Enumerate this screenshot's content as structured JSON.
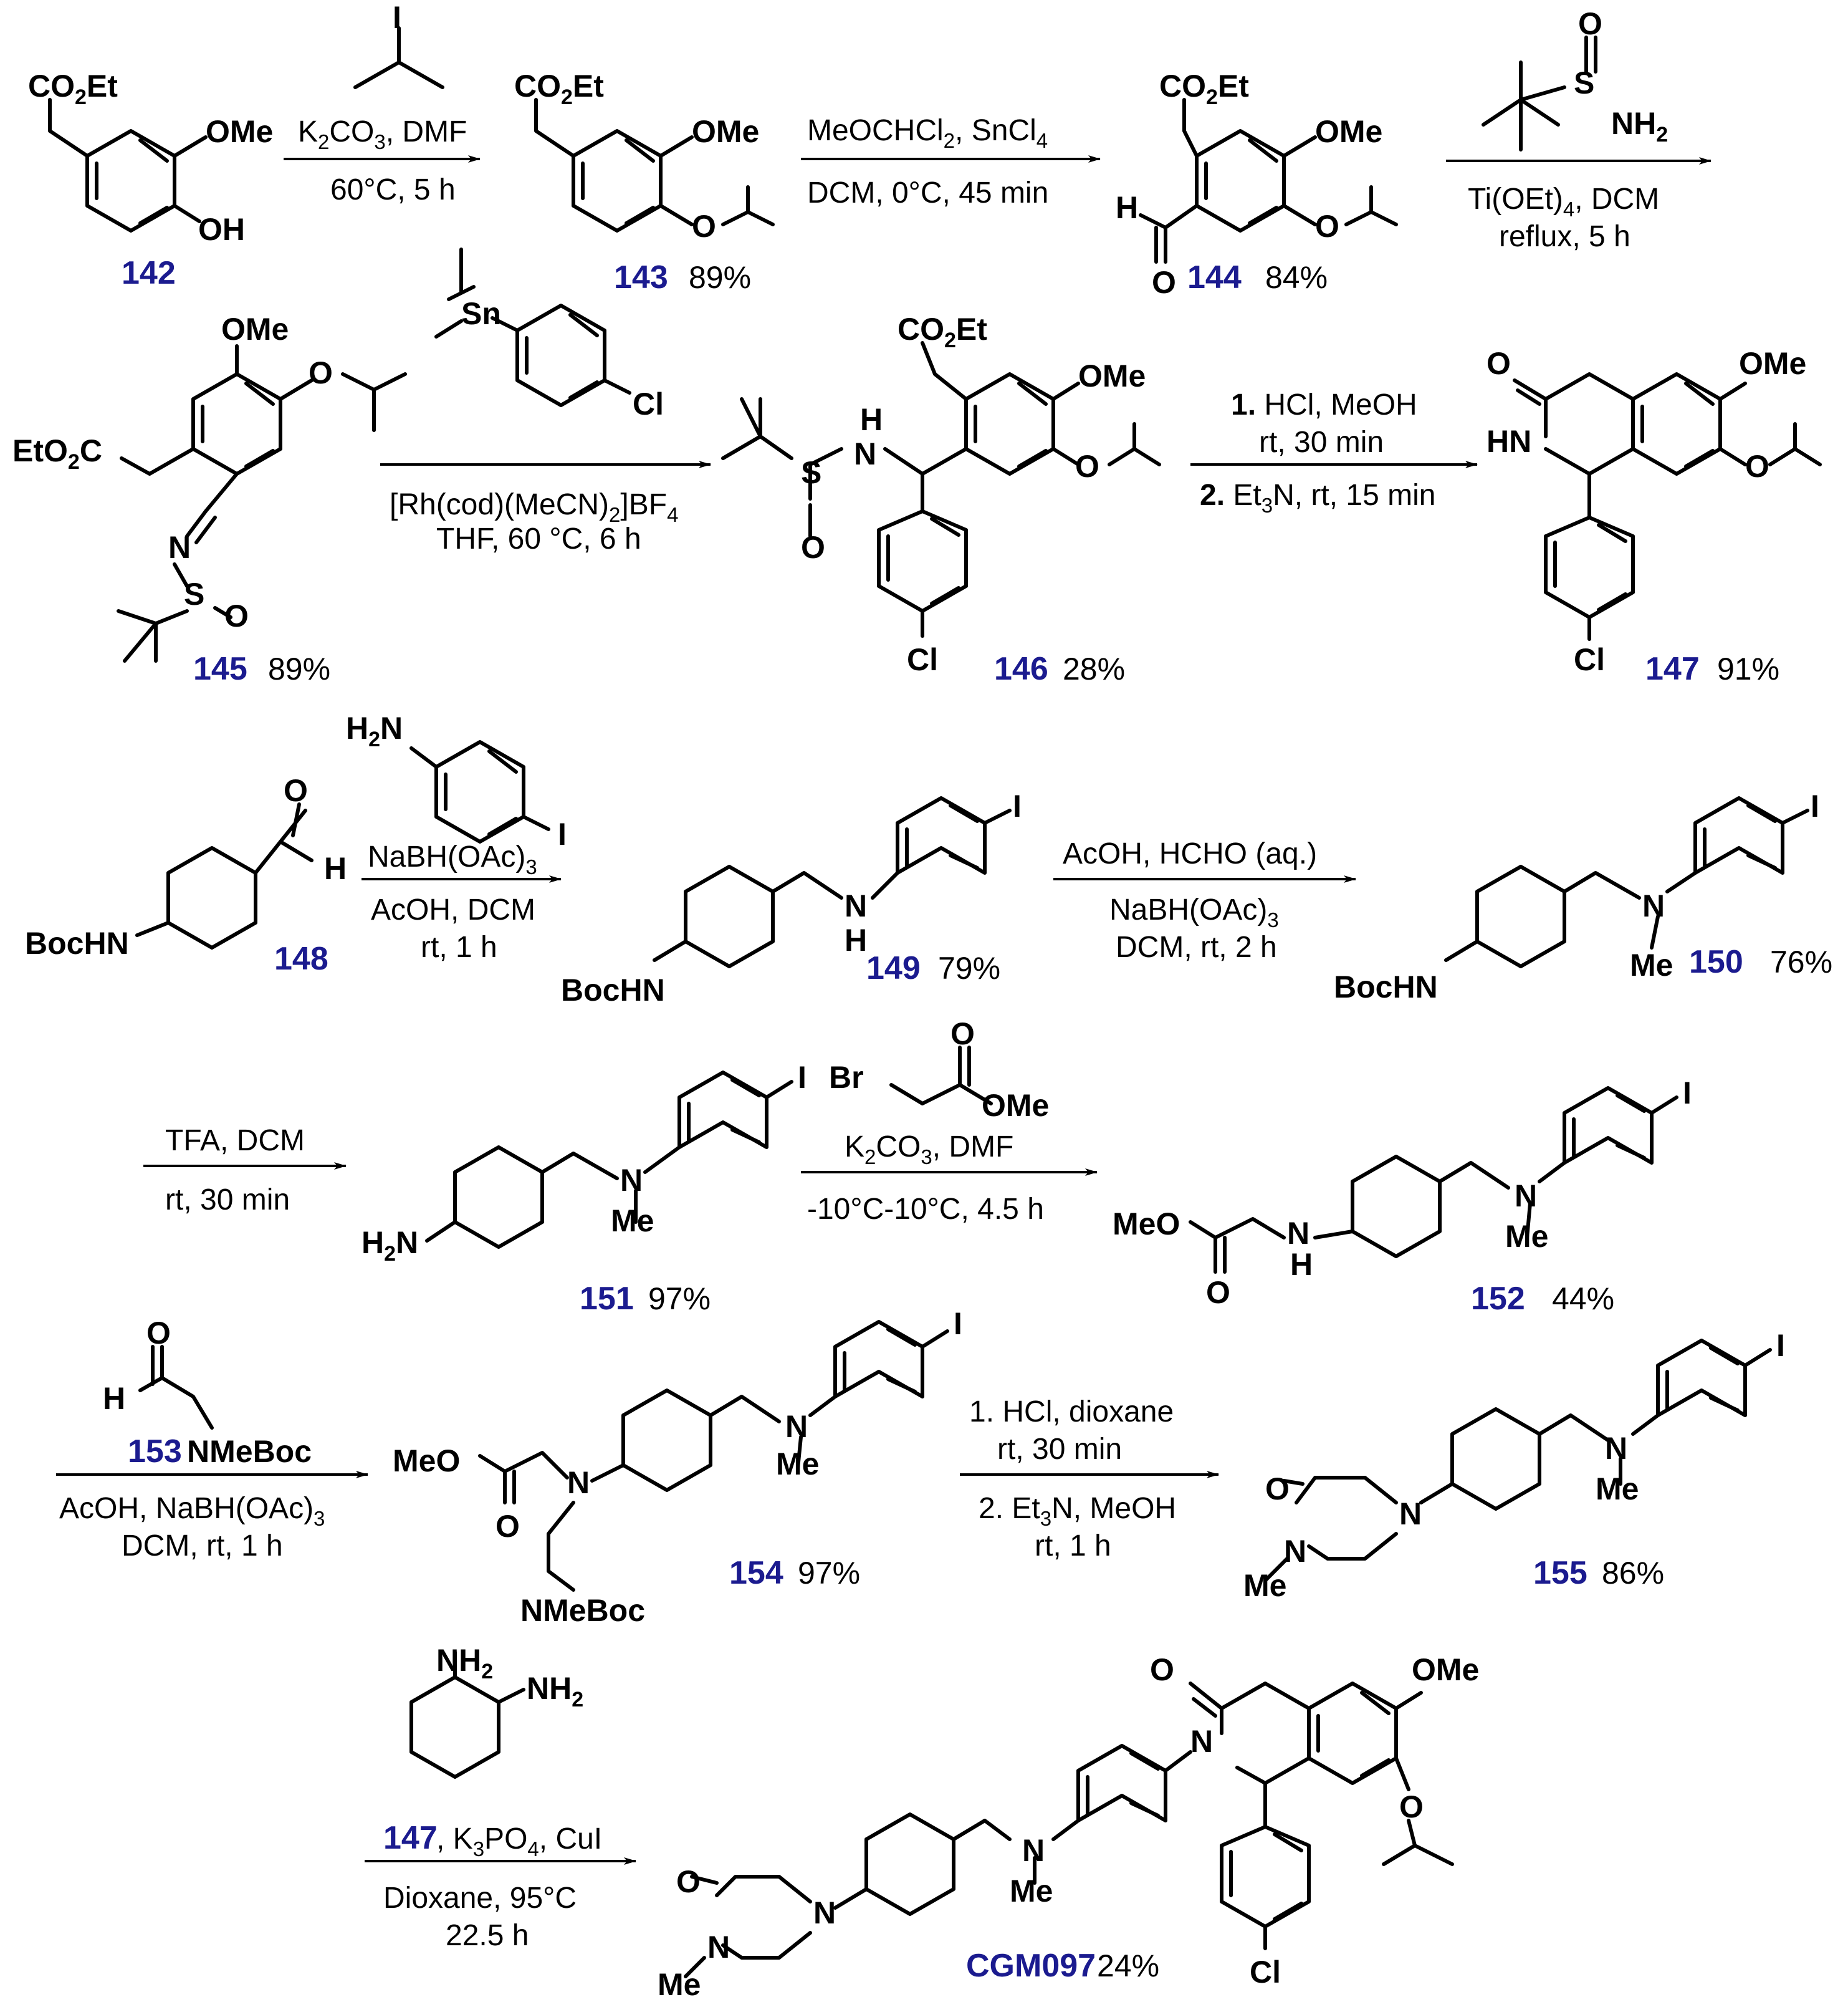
{
  "colors": {
    "compound_label": "#1b1b8f",
    "text": "#000000",
    "background": "#ffffff"
  },
  "compounds": [
    {
      "id": "142",
      "label": "142",
      "yield": ""
    },
    {
      "id": "143",
      "label": "143",
      "yield": "89%"
    },
    {
      "id": "144",
      "label": "144",
      "yield": "84%"
    },
    {
      "id": "145",
      "label": "145",
      "yield": "89%"
    },
    {
      "id": "146",
      "label": "146",
      "yield": "28%"
    },
    {
      "id": "147",
      "label": "147",
      "yield": "91%"
    },
    {
      "id": "148",
      "label": "148",
      "yield": ""
    },
    {
      "id": "149",
      "label": "149",
      "yield": "79%"
    },
    {
      "id": "150",
      "label": "150",
      "yield": "76%"
    },
    {
      "id": "151",
      "label": "151",
      "yield": "97%"
    },
    {
      "id": "152",
      "label": "152",
      "yield": "44%"
    },
    {
      "id": "154",
      "label": "154",
      "yield": "97%"
    },
    {
      "id": "155",
      "label": "155",
      "yield": "86%"
    },
    {
      "id": "CGM097",
      "label": "CGM097",
      "yield": "24%"
    }
  ],
  "reagent_labels": {
    "r153": "153",
    "r147": "147"
  },
  "atoms": {
    "CO2Et": {
      "main": "CO",
      "sub": "2",
      "tail": "Et"
    },
    "EtO2C": {
      "main": "EtO",
      "sub": "2",
      "tail": "C"
    },
    "OMe": "OMe",
    "OH": "OH",
    "O": "O",
    "H": "H",
    "I": "I",
    "Cl": "Cl",
    "S": "S",
    "N": "N",
    "Sn": "Sn",
    "NH2": {
      "main": "NH",
      "sub": "2"
    },
    "H2N": {
      "main": "H",
      "sub": "2",
      "tail": "N"
    },
    "BocHN": "BocHN",
    "HN": "HN",
    "NH": "N",
    "Me": "Me",
    "MeO": "MeO",
    "Br": "Br",
    "NMeBoc": "NMeBoc"
  },
  "steps": [
    {
      "id": "s1",
      "above": "",
      "below_lines": [
        "K2CO3, DMF",
        "60°C, 5 h"
      ]
    },
    {
      "id": "s2",
      "above": "MeOCHCl2, SnCl4",
      "below_lines": [
        "DCM, 0°C, 45 min"
      ]
    },
    {
      "id": "s3",
      "above": "",
      "below_lines": [
        "Ti(OEt)4, DCM",
        "reflux, 5 h"
      ]
    },
    {
      "id": "s4",
      "above": "",
      "below_lines": [
        "[Rh(cod)(MeCN)2]BF4",
        "THF, 60 °C, 6 h"
      ]
    },
    {
      "id": "s5",
      "above_lines": [
        "1. HCl, MeOH",
        "rt, 30 min"
      ],
      "below_lines": [
        "2. Et3N, rt, 15 min"
      ]
    },
    {
      "id": "s6",
      "above": "NaBH(OAc)3",
      "below_lines": [
        "AcOH, DCM",
        "rt, 1 h"
      ]
    },
    {
      "id": "s7",
      "above": "AcOH, HCHO (aq.)",
      "below_lines": [
        "NaBH(OAc)3",
        "DCM, rt, 2 h"
      ]
    },
    {
      "id": "s8",
      "above": "TFA, DCM",
      "below_lines": [
        "rt, 30 min"
      ]
    },
    {
      "id": "s9",
      "above": "K2CO3, DMF",
      "below_lines": [
        "-10°C-10°C, 4.5 h"
      ]
    },
    {
      "id": "s10",
      "above": "NMeBoc",
      "below_lines": [
        "AcOH, NaBH(OAc)3",
        "DCM, rt, 1 h"
      ]
    },
    {
      "id": "s11",
      "above_lines": [
        "1. HCl, dioxane",
        "rt, 30 min"
      ],
      "below_lines": [
        "2. Et3N, MeOH",
        "rt, 1 h"
      ]
    },
    {
      "id": "s12",
      "above": ", K3PO4, CuI",
      "below_lines": [
        "Dioxane, 95°C",
        "22.5 h"
      ]
    }
  ],
  "step_text": {
    "s1_b1_main": "K",
    "s1_b1_sub": "2",
    "s1_b1_mid": "CO",
    "s1_b1_sub2": "3",
    "s1_b1_tail": ", DMF",
    "s1_b2": "60°C, 5 h",
    "s2_a_main": "MeOCHCl",
    "s2_a_sub": "2",
    "s2_a_mid": ", SnCl",
    "s2_a_sub2": "4",
    "s2_b1": "DCM, 0°C, 45 min",
    "s3_b1_main": "Ti(OEt)",
    "s3_b1_sub": "4",
    "s3_b1_tail": ", DCM",
    "s3_b2": "reflux, 5 h",
    "s4_b1_main": "[Rh(cod)(MeCN)",
    "s4_b1_sub": "2",
    "s4_b1_tail": "]BF",
    "s4_b1_sub2": "4",
    "s4_b2": "THF, 60 °C, 6 h",
    "s5_a1_num": "1.",
    "s5_a1_text": " HCl, MeOH",
    "s5_a2": "rt, 30 min",
    "s5_b1_num": "2.",
    "s5_b1_main": " Et",
    "s5_b1_sub": "3",
    "s5_b1_tail": "N, rt, 15 min",
    "s6_a_main": "NaBH(OAc)",
    "s6_a_sub": "3",
    "s6_b1": "AcOH, DCM",
    "s6_b2": "rt, 1 h",
    "s7_a": "AcOH, HCHO (aq.)",
    "s7_b1_main": "NaBH(OAc)",
    "s7_b1_sub": "3",
    "s7_b2": "DCM, rt, 2 h",
    "s8_a": "TFA, DCM",
    "s8_b1": "rt, 30 min",
    "s9_a_main": "K",
    "s9_a_sub": "2",
    "s9_a_mid": "CO",
    "s9_a_sub2": "3",
    "s9_a_tail": ", DMF",
    "s9_b1": "-10°C-10°C, 4.5 h",
    "s10_b1_main": "AcOH, NaBH(OAc)",
    "s10_b1_sub": "3",
    "s10_b2": "DCM, rt, 1 h",
    "s11_a1": "1. HCl, dioxane",
    "s11_a2": "rt, 30 min",
    "s11_b1_main": "2. Et",
    "s11_b1_sub": "3",
    "s11_b1_tail": "N, MeOH",
    "s11_b2": "rt, 1 h",
    "s12_a_main": ", K",
    "s12_a_sub": "3",
    "s12_a_tail": "PO",
    "s12_a_sub2": "4",
    "s12_a_tail2": ", CuI",
    "s12_b1": "Dioxane, 95°C",
    "s12_b2": "22.5 h"
  }
}
